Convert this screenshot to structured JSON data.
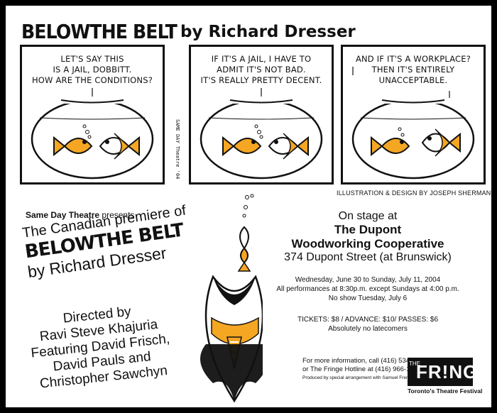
{
  "title": {
    "main": "BELOWTHE BELT",
    "by": "by Richard Dresser"
  },
  "panels": [
    {
      "text": "LET'S SAY THIS\nIS A JAIL, DOBBITT.\nHOW ARE THE CONDITIONS?"
    },
    {
      "text": "IF IT'S A JAIL, I HAVE TO\nADMIT IT'S NOT BAD.\nIT'S REALLY PRETTY DECENT."
    },
    {
      "text": "AND IF IT'S A WORKPLACE?\nTHEN IT'S ENTIRELY\nUNACCEPTABLE."
    }
  ],
  "signature": "SAME DAY Theatre '04",
  "credit": "ILLUSTRATION & DESIGN BY JOSEPH SHERMAN",
  "presents": {
    "company": "Same Day Theatre",
    "word": "presents"
  },
  "premiere": {
    "line1": "The Canadian premiere of",
    "line2": "BELOWTHE BELT",
    "line3": "by Richard Dresser"
  },
  "directed": {
    "line1": "Directed by",
    "line2": "Ravi Steve Khajuria",
    "line3": "Featuring David Frisch,",
    "line4": "David Pauls and",
    "line5": "Christopher Sawchyn"
  },
  "venue": {
    "line1": "On stage at",
    "line2": "The Dupont",
    "line3": "Woodworking Cooperative",
    "line4": "374 Dupont Street (at Brunswick)"
  },
  "details": {
    "line1": "Wednesday, June 30 to Sunday, July 11, 2004",
    "line2": "All performances at 8:30p.m. except Sundays at 4:00 p.m.",
    "line3": "No show Tuesday, July 6"
  },
  "tickets": {
    "line1": "TICKETS: $8 / ADVANCE: $10/ PASSES: $6",
    "line2": "Absolutely no latecomers"
  },
  "info": {
    "line1": "For more information, call (416) 534-6238",
    "line2": "or The Fringe Hotline at (416) 966-1062",
    "line3": "Produced by special arrangement with Samuel French, Inc."
  },
  "fringe": {
    "the": "THE",
    "name": "FR!NGE",
    "tagline": "Toronto's Theatre Festival"
  },
  "colors": {
    "fish": "#F5A623",
    "ink": "#111111",
    "background": "#FFFFFF"
  }
}
